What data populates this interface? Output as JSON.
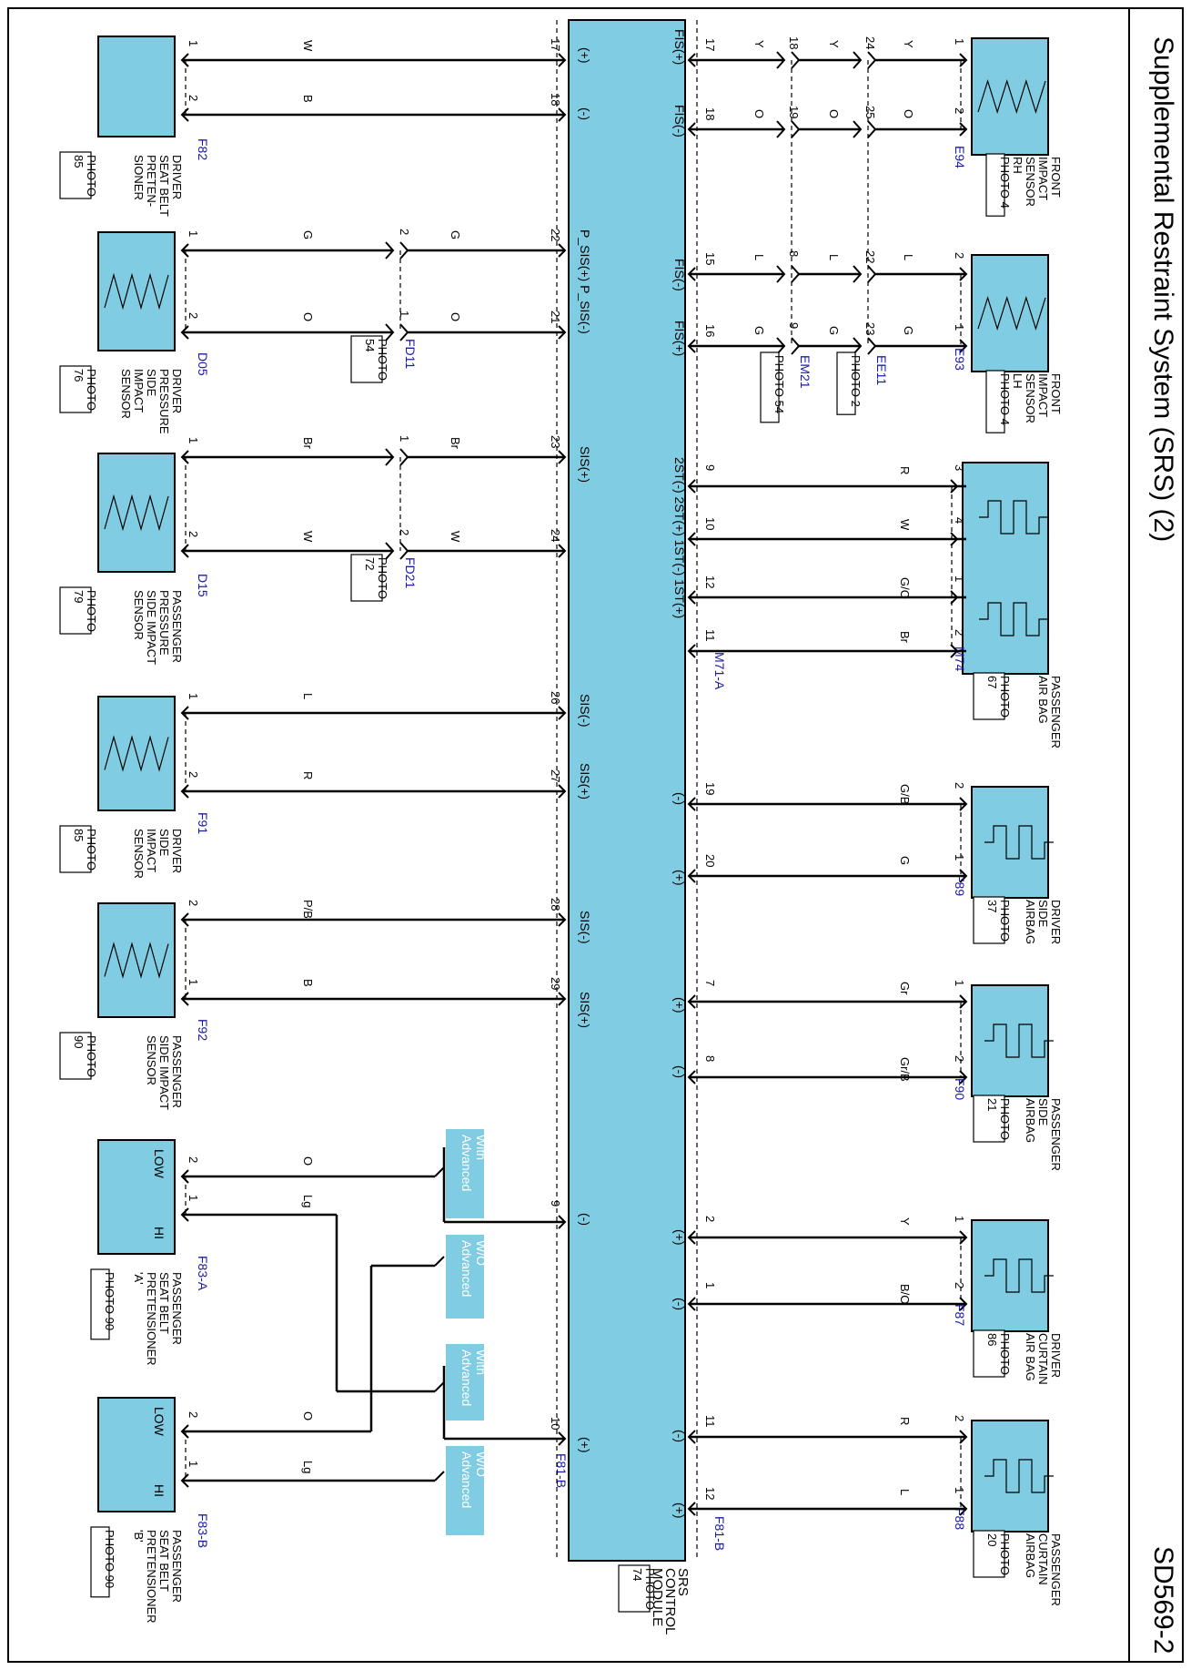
{
  "sheet": {
    "title": "Supplemental Restraint System (SRS) (2)",
    "code": "SD569-2"
  },
  "colors": {
    "component_fill": "#80CCE2",
    "line": "#000000",
    "connector_id": "#1a1aa6",
    "option_box": "#80CCE2"
  },
  "module": {
    "name_lines": [
      "SRS",
      "CONTROL",
      "MODULE"
    ],
    "photo": [
      "PHOTO",
      "74"
    ],
    "connectors": [
      "M71-A",
      "F81-B",
      "F81-B"
    ],
    "left_labels": [
      "(+)",
      "(-)",
      "P_SIS(+) P_SIS(-)",
      "P_SIS(+) P_SIS(-)",
      "SIS(+)",
      "SIS(-)",
      "SIS(-)",
      "SIS(+)",
      "(-)",
      "(+)"
    ],
    "right_labels": [
      "FIS(+)",
      "FIS(-)",
      "FIS(-)",
      "FIS(+)",
      "2ST(-) 2ST(+) 1ST(-) 1ST(+)",
      "(-)",
      "(+)",
      "(+)",
      "(-)",
      "(+)",
      "(-)",
      "(-)",
      "(+)"
    ]
  },
  "components": [
    {
      "id": "driver-seat-belt-pretensioner",
      "name": [
        "DRIVER",
        "SEAT BELT",
        "PRETEN-",
        "SIONER"
      ],
      "photo": [
        "PHOTO",
        "85"
      ],
      "connector": "F82"
    },
    {
      "id": "driver-pressure-side-impact-sensor",
      "name": [
        "DRIVER",
        "PRESSURE",
        "SIDE",
        "IMPACT",
        "SENSOR"
      ],
      "photo": [
        "PHOTO",
        "76"
      ],
      "connector": "D05"
    },
    {
      "id": "passenger-pressure-side-impact-sensor",
      "name": [
        "PASSENGER",
        "PRESSURE",
        "SIDE IMPACT",
        "SENSOR"
      ],
      "photo": [
        "PHOTO",
        "79"
      ],
      "connector": "D15"
    },
    {
      "id": "driver-side-impact-sensor",
      "name": [
        "DRIVER",
        "SIDE",
        "IMPACT",
        "SENSOR"
      ],
      "photo": [
        "PHOTO",
        "85"
      ],
      "connector": "F91"
    },
    {
      "id": "passenger-side-impact-sensor",
      "name": [
        "PASSENGER",
        "SIDE IMPACT",
        "SENSOR"
      ],
      "photo": [
        "PHOTO",
        "90"
      ],
      "connector": "F92"
    },
    {
      "id": "passenger-seat-belt-pretensioner-a",
      "name": [
        "PASSENGER",
        "SEAT BELT",
        "PRETENSIONER",
        "'A'"
      ],
      "photo": [
        "PHOTO 90"
      ],
      "connector": "F83-A",
      "inner": [
        "LOW",
        "HI"
      ]
    },
    {
      "id": "passenger-seat-belt-pretensioner-b",
      "name": [
        "PASSENGER",
        "SEAT BELT",
        "PRETENSIONER",
        "'B'"
      ],
      "photo": [
        "PHOTO 90"
      ],
      "connector": "F83-B",
      "inner": [
        "LOW",
        "HI"
      ]
    },
    {
      "id": "front-impact-sensor-rh",
      "name": [
        "FRONT",
        "IMPACT",
        "SENSOR",
        "RH"
      ],
      "photo": [
        "PHOTO 4"
      ],
      "connector": "E94"
    },
    {
      "id": "front-impact-sensor-lh",
      "name": [
        "FRONT",
        "IMPACT",
        "SENSOR",
        "LH"
      ],
      "photo": [
        "PHOTO 4"
      ],
      "connector": "E93"
    },
    {
      "id": "passenger-air-bag",
      "name": [
        "PASSENGER",
        "AIR BAG"
      ],
      "photo": [
        "PHOTO",
        "67"
      ],
      "connector": "M74"
    },
    {
      "id": "driver-side-airbag",
      "name": [
        "DRIVER",
        "SIDE",
        "AIRBAG"
      ],
      "photo": [
        "PHOTO",
        "37"
      ],
      "connector": "F89"
    },
    {
      "id": "passenger-side-airbag",
      "name": [
        "PASSENGER",
        "SIDE",
        "AIRBAG"
      ],
      "photo": [
        "PHOTO",
        "21"
      ],
      "connector": "F90"
    },
    {
      "id": "driver-curtain-air-bag",
      "name": [
        "DRIVER",
        "CURTAIN",
        "AIR BAG"
      ],
      "photo": [
        "PHOTO",
        "86"
      ],
      "connector": "F87"
    },
    {
      "id": "passenger-curtain-airbag",
      "name": [
        "PASSENGER",
        "CURTAIN",
        "AIRBAG"
      ],
      "photo": [
        "PHOTO",
        "20"
      ],
      "connector": "F88"
    }
  ],
  "inline_connectors": [
    {
      "id": "FD11",
      "photo": [
        "PHOTO",
        "54"
      ]
    },
    {
      "id": "FD21",
      "photo": [
        "PHOTO",
        "72"
      ]
    },
    {
      "id": "EE11",
      "photo": [
        "PHOTO 2"
      ]
    },
    {
      "id": "EM21",
      "photo": [
        "PHOTO 54"
      ]
    }
  ],
  "options": [
    "With Advanced",
    "W/O Advanced",
    "With Advanced",
    "W/O Advanced"
  ],
  "wires": {
    "left": [
      {
        "pin_comp": "1",
        "color": "W",
        "pin_mod": "17"
      },
      {
        "pin_comp": "2",
        "color": "B",
        "pin_mod": "18"
      },
      {
        "pin_comp": "1",
        "color": "G",
        "mid_pin": "2",
        "color2": "G",
        "pin_mod": "22"
      },
      {
        "pin_comp": "2",
        "color": "O",
        "mid_pin": "1",
        "color2": "O",
        "pin_mod": "21"
      },
      {
        "pin_comp": "1",
        "color": "Br",
        "mid_pin": "1",
        "color2": "Br",
        "pin_mod": "23"
      },
      {
        "pin_comp": "2",
        "color": "W",
        "mid_pin": "2",
        "color2": "W",
        "pin_mod": "24"
      },
      {
        "pin_comp": "1",
        "color": "L",
        "pin_mod": "26"
      },
      {
        "pin_comp": "2",
        "color": "R",
        "pin_mod": "27"
      },
      {
        "pin_comp": "2",
        "color": "P/B",
        "pin_mod": "28"
      },
      {
        "pin_comp": "1",
        "color": "B",
        "pin_mod": "29"
      },
      {
        "pin_comp": "2",
        "color": "O",
        "pin_mod": "9"
      },
      {
        "pin_comp": "1",
        "color": "Lg",
        "pin_mod": "10"
      },
      {
        "pin_comp": "2",
        "color": "O"
      },
      {
        "pin_comp": "1",
        "color": "Lg"
      }
    ],
    "right": [
      {
        "pin_comp": "1",
        "c1": "Y",
        "p2": "24",
        "c2": "Y",
        "p3": "18",
        "c3": "Y",
        "pin_mod": "17"
      },
      {
        "pin_comp": "2",
        "c1": "O",
        "p2": "25",
        "c2": "O",
        "p3": "19",
        "c3": "O",
        "pin_mod": "18"
      },
      {
        "pin_comp": "2",
        "c1": "L",
        "p2": "22",
        "c2": "L",
        "p3": "8",
        "c3": "L",
        "pin_mod": "15"
      },
      {
        "pin_comp": "1",
        "c1": "G",
        "p2": "23",
        "c2": "G",
        "p3": "9",
        "c3": "G",
        "pin_mod": "16"
      },
      {
        "pin_comp": "3",
        "c1": "R",
        "pin_mod": "9"
      },
      {
        "pin_comp": "4",
        "c1": "W",
        "pin_mod": "10"
      },
      {
        "pin_comp": "1",
        "c1": "G/O",
        "pin_mod": "12"
      },
      {
        "pin_comp": "2",
        "c1": "Br",
        "pin_mod": "11"
      },
      {
        "pin_comp": "2",
        "c1": "G/B",
        "pin_mod": "19"
      },
      {
        "pin_comp": "1",
        "c1": "G",
        "pin_mod": "20"
      },
      {
        "pin_comp": "1",
        "c1": "Gr",
        "pin_mod": "7"
      },
      {
        "pin_comp": "2",
        "c1": "Gr/B",
        "pin_mod": "8"
      },
      {
        "pin_comp": "1",
        "c1": "Y",
        "pin_mod": "2"
      },
      {
        "pin_comp": "2",
        "c1": "B/O",
        "pin_mod": "1"
      },
      {
        "pin_comp": "2",
        "c1": "R",
        "pin_mod": "11"
      },
      {
        "pin_comp": "1",
        "c1": "L",
        "pin_mod": "12"
      }
    ]
  }
}
